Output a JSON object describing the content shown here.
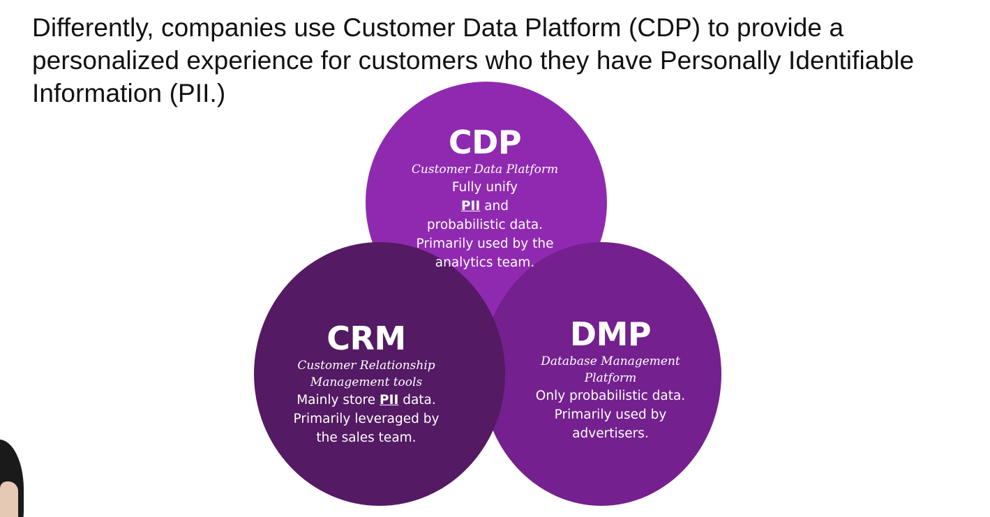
{
  "slide": {
    "heading_lines": [
      "Differently, companies use Customer Data Platform (CDP) to provide a",
      "personalized experience for customers who they have Personally Identifiable",
      "Information (PII.)"
    ]
  },
  "diagram": {
    "cdp": {
      "abbr": "CDP",
      "full": "Customer Data Platform",
      "desc": [
        "Fully unify ",
        "PII",
        " and",
        "probabilistic data.",
        "Primarily used by the",
        "analytics team."
      ],
      "color": "#8f2ab0"
    },
    "crm": {
      "abbr": "CRM",
      "full_lines": [
        "Customer Relationship",
        "Management tools"
      ],
      "desc": [
        "Mainly store ",
        "PII",
        " data.",
        "Primarily leveraged by",
        "the sales team."
      ],
      "color": "#541a63"
    },
    "dmp": {
      "abbr": "DMP",
      "full_lines": [
        "Database Management",
        "Platform"
      ],
      "desc": [
        "Only probabilistic data.",
        "Primarily used by",
        "advertisers."
      ],
      "color": "#74208f"
    }
  }
}
